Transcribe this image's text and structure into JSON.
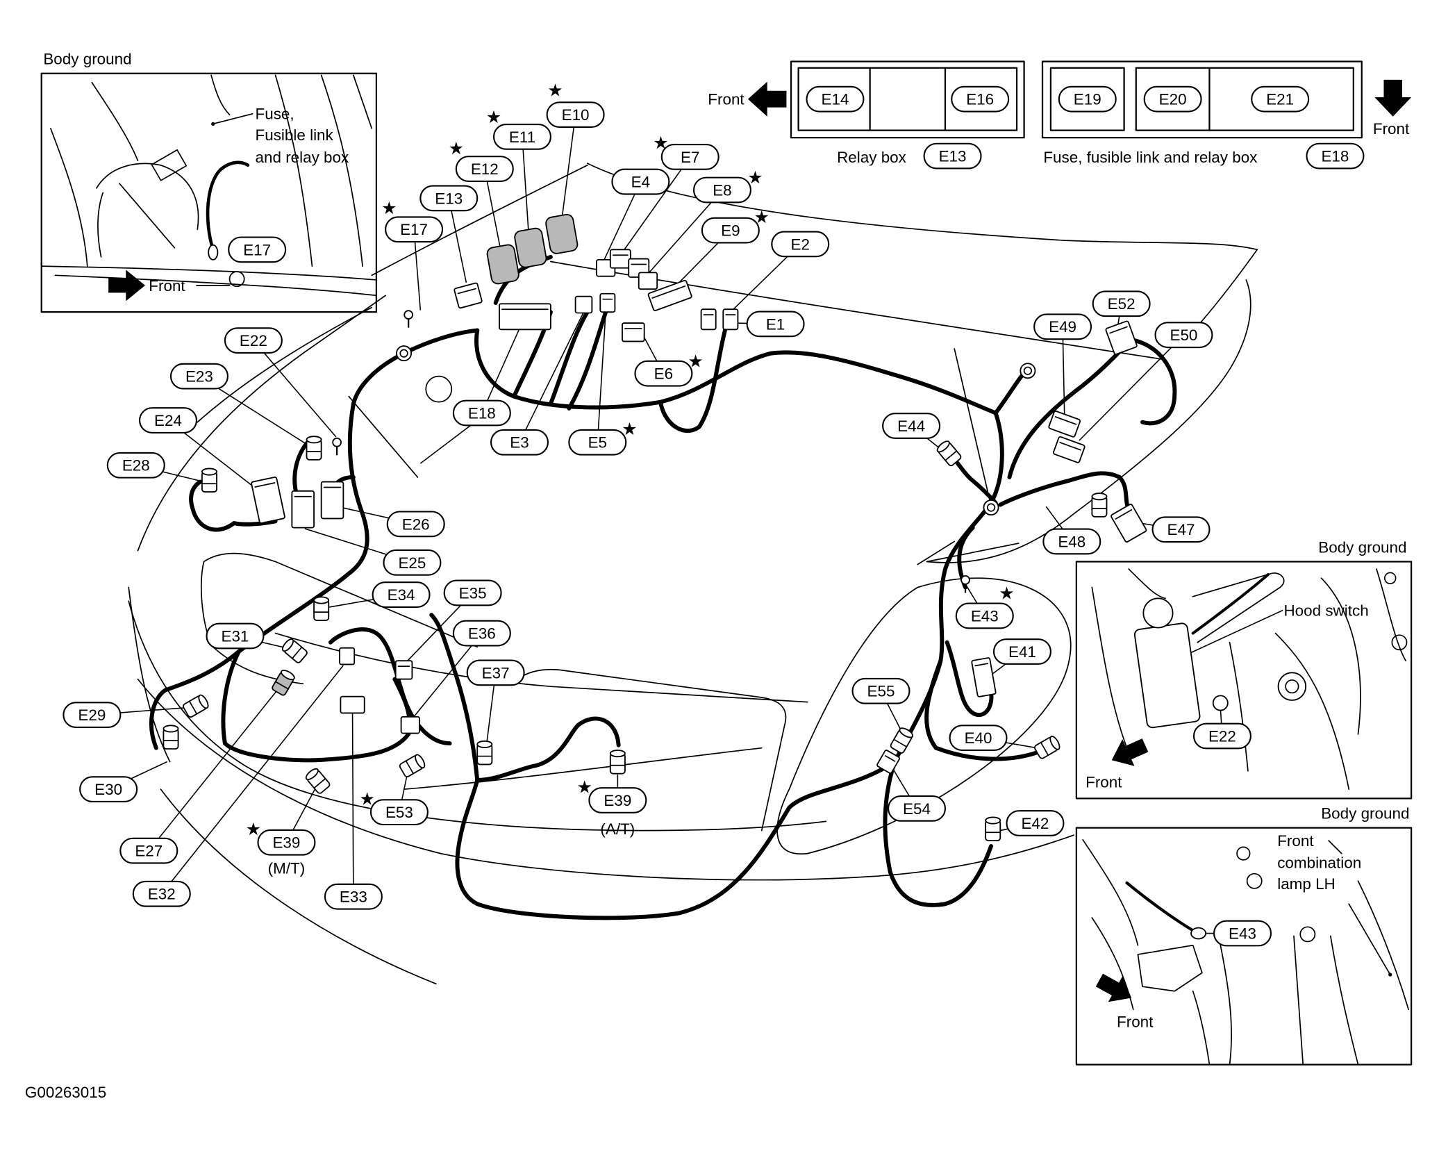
{
  "figure_code": "G00263015",
  "marks": {
    "star": "★"
  },
  "variants": {
    "at": "(A/T)",
    "mt": "(M/T)"
  },
  "insets": {
    "top_left": {
      "title": "Body ground",
      "fuse_line1": "Fuse,",
      "fuse_line2": "Fusible link",
      "fuse_line3": "and relay box",
      "front": "Front"
    },
    "relay_box": {
      "label": "Relay box",
      "front": "Front"
    },
    "fuse_box": {
      "label": "Fuse, fusible link and relay box",
      "front": "Front"
    },
    "hood": {
      "title": "Body ground",
      "hood_switch": "Hood switch",
      "front": "Front"
    },
    "lamp": {
      "title": "Body ground",
      "line1": "Front",
      "line2": "combination",
      "line3": "lamp LH",
      "front": "Front"
    }
  },
  "connectors": {
    "e1": "E1",
    "e2": "E2",
    "e3": "E3",
    "e4": "E4",
    "e5": "E5",
    "e6": "E6",
    "e7": "E7",
    "e8": "E8",
    "e9": "E9",
    "e10": "E10",
    "e11": "E11",
    "e12": "E12",
    "e13": "E13",
    "e14": "E14",
    "e16": "E16",
    "e17": "E17",
    "e18": "E18",
    "e19": "E19",
    "e20": "E20",
    "e21": "E21",
    "e22": "E22",
    "e23": "E23",
    "e24": "E24",
    "e25": "E25",
    "e26": "E26",
    "e27": "E27",
    "e28": "E28",
    "e29": "E29",
    "e30": "E30",
    "e31": "E31",
    "e32": "E32",
    "e33": "E33",
    "e34": "E34",
    "e35": "E35",
    "e36": "E36",
    "e37": "E37",
    "e39": "E39",
    "e40": "E40",
    "e41": "E41",
    "e42": "E42",
    "e43": "E43",
    "e44": "E44",
    "e47": "E47",
    "e48": "E48",
    "e49": "E49",
    "e50": "E50",
    "e52": "E52",
    "e53": "E53",
    "e54": "E54",
    "e55": "E55"
  }
}
